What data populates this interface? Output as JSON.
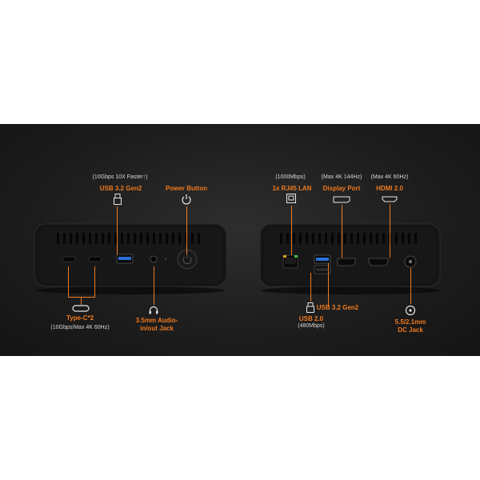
{
  "colors": {
    "background": "#ffffff",
    "panel": "#1e1e1e",
    "accent": "#f07a1f",
    "device": "#111111"
  },
  "front": {
    "usb32": {
      "note": "(10Gbps 10X Faster↑)",
      "label": "USB 3.2 Gen2",
      "icon": "usb-icon"
    },
    "power": {
      "label": "Power Button",
      "icon": "power-icon"
    },
    "typec": {
      "label": "Type-C*2",
      "note": "(10Gbps/Max 4K 60Hz)",
      "icon": "usb-c-icon"
    },
    "audio": {
      "label_line1": "3.5mm Audio-",
      "label_line2": "in/out Jack",
      "icon": "headphone-icon"
    }
  },
  "back": {
    "lan": {
      "note": "(1000Mbps)",
      "label": "1x RJ45 LAN",
      "icon": "ethernet-icon"
    },
    "displayport": {
      "note": "(Max 4K 144Hz)",
      "label": "Display Port",
      "icon": "displayport-icon"
    },
    "hdmi": {
      "note": "(Max 4K 60Hz)",
      "label": "HDMI 2.0",
      "icon": "hdmi-icon"
    },
    "usb32": {
      "label": "USB 3.2 Gen2"
    },
    "usb20": {
      "label": "USB 2.0",
      "note": "(480Mbps)",
      "icon": "usb-icon"
    },
    "dc": {
      "label_line1": "5.5/2.1mm",
      "label_line2": "DC Jack",
      "icon": "dc-icon"
    }
  }
}
